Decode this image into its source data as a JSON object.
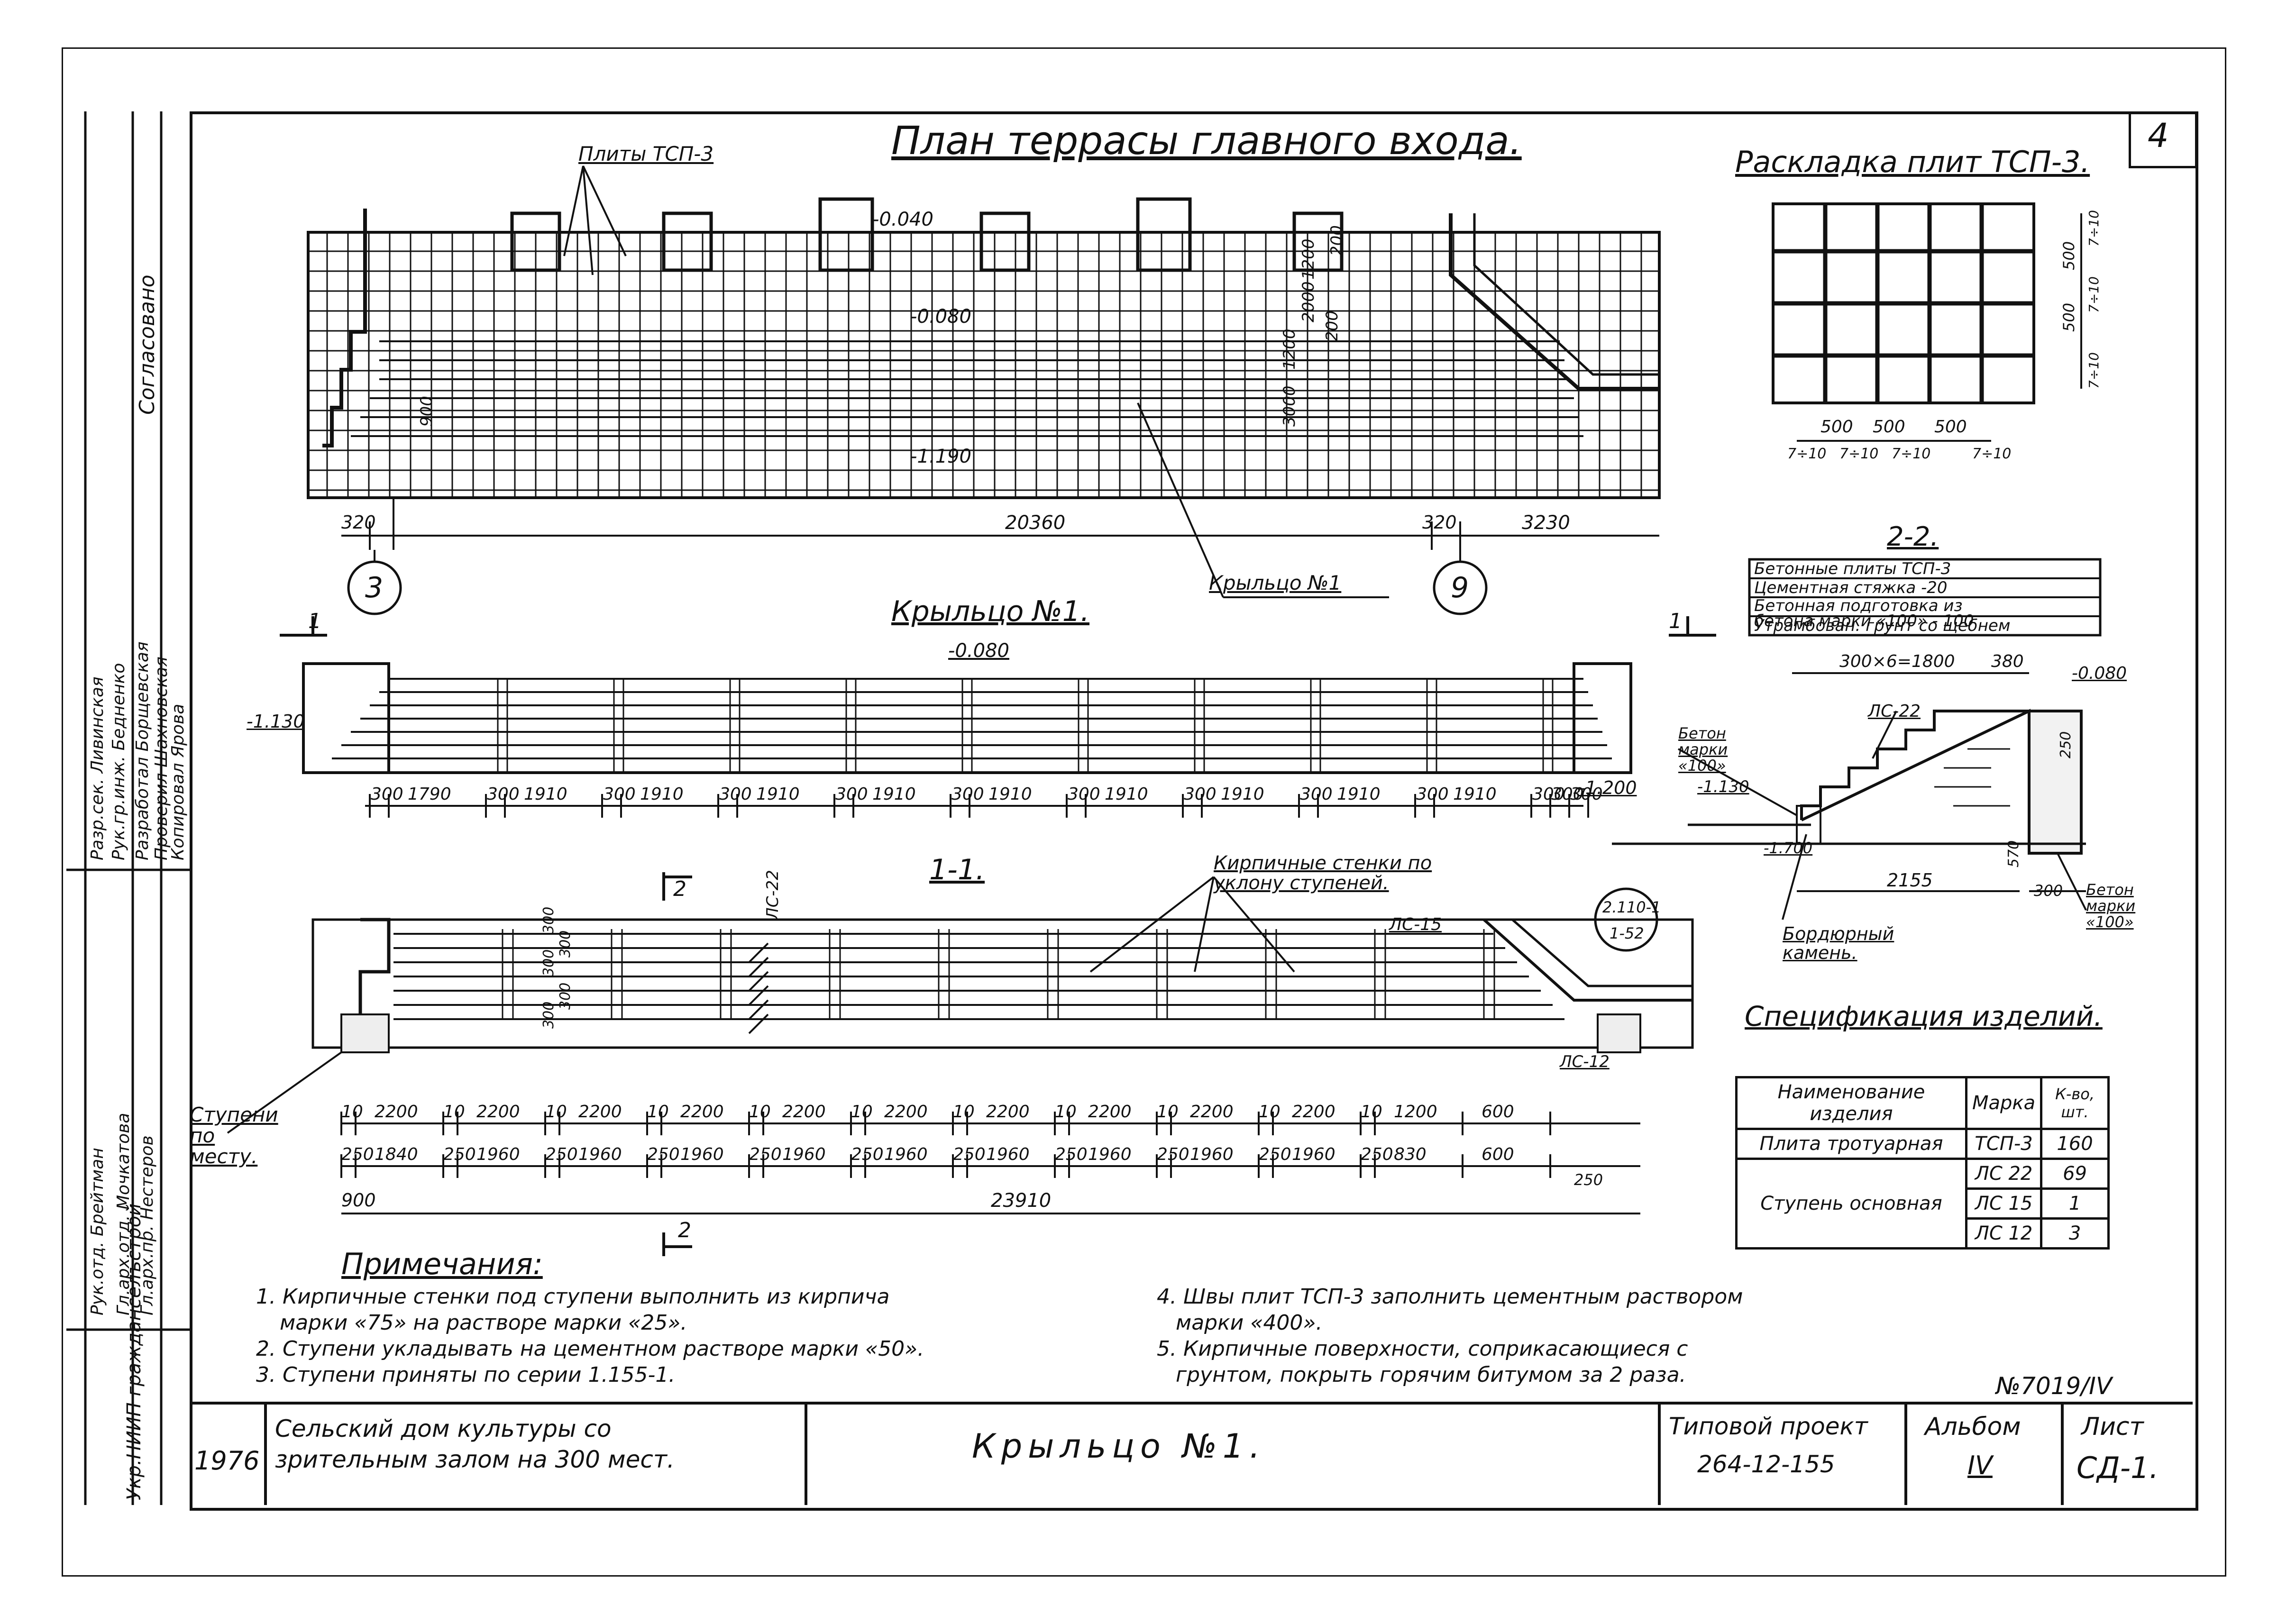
{
  "sheet_number": "4",
  "plan": {
    "title": "План террасы главного входа.",
    "label_plates": "Плиты ТСП-3",
    "label_porch_ref": "Крыльцо №1",
    "dims": [
      "320",
      "20360",
      "320",
      "3230"
    ],
    "axes": [
      "3",
      "9"
    ],
    "levels": [
      "-0.040",
      "-0.080",
      "-1.190"
    ],
    "vertical_dims": [
      "3000",
      "1200",
      "2000",
      "1200",
      "200",
      "900",
      "200"
    ]
  },
  "porch": {
    "title": "Крыльцо №1.",
    "cut_mark": "1",
    "level_top": "-0.080",
    "level_left": "-1.130",
    "level_right": "-1.200",
    "dims": [
      "300",
      "1790",
      "300",
      "1910",
      "300",
      "1910",
      "300",
      "1910",
      "300",
      "1910",
      "300",
      "1910",
      "300",
      "1910",
      "300",
      "1910",
      "300",
      "1910",
      "300",
      "1910",
      "300",
      "300",
      "300"
    ]
  },
  "section11": {
    "title": "1-1.",
    "cut_mark": "2",
    "note_walls": "Кирпичные стенки по уклону ступеней.",
    "label_lc22": "ЛС-22",
    "label_lc15": "ЛС-15",
    "label_lc12": "ЛС-12",
    "label_steps": "Ступени по месту.",
    "ref_top": "2.110-1",
    "ref_bottom": "1-52",
    "dims_row1": [
      "10",
      "2200",
      "10",
      "2200",
      "10",
      "2200",
      "10",
      "2200",
      "10",
      "2200",
      "10",
      "2200",
      "10",
      "2200",
      "10",
      "2200",
      "10",
      "2200",
      "10",
      "2200",
      "10",
      "1200",
      "600"
    ],
    "dims_row2": [
      "250",
      "1840",
      "250",
      "1960",
      "250",
      "1960",
      "250",
      "1960",
      "250",
      "1960",
      "250",
      "1960",
      "250",
      "1960",
      "250",
      "1960",
      "250",
      "1960",
      "250",
      "1960",
      "250",
      "830",
      "600"
    ],
    "dim_left": "900",
    "dim_total": "23910",
    "dim_small": "250",
    "vertical_dims": [
      "300",
      "300",
      "300",
      "300",
      "300"
    ]
  },
  "layout": {
    "title": "Раскладка плит ТСП-3.",
    "dims_h": [
      "500",
      "500",
      "500"
    ],
    "tol": "7÷10",
    "dims_v": [
      "500",
      "500"
    ]
  },
  "section22": {
    "title": "2-2.",
    "layers": [
      "Бетонные плиты ТСП-3",
      "Цементная стяжка -20",
      "Бетонная подготовка из",
      "бетона марки «100» - 100",
      "Утрамбован. грунт со щебнем"
    ],
    "dim_steps": "300×6=1800",
    "dim_380": "380",
    "level_top": "-0.080",
    "level_low": "-1.130",
    "level_bottom": "-1.700",
    "label_lc22": "ЛС-22",
    "label_concrete_left": "Бетон марки «100»",
    "label_concrete_right": "Бетон марки «100»",
    "label_curb": "Бордюрный камень.",
    "dim_2155": "2155",
    "dim_300": "300",
    "dim_250": "250",
    "dim_570": "570",
    "cut_mark": "1"
  },
  "spec": {
    "title": "Спецификация изделий.",
    "headers": [
      "Наименование изделия",
      "Марка",
      "К-во, шт."
    ],
    "rows": [
      {
        "name": "Плита тротуарная",
        "mark": "ТСП-3",
        "qty": "160"
      },
      {
        "name": "Ступень основная",
        "mark": "ЛС 22",
        "qty": "69"
      },
      {
        "name": "",
        "mark": "ЛС 15",
        "qty": "1"
      },
      {
        "name": "",
        "mark": "ЛС 12",
        "qty": "3"
      }
    ]
  },
  "notes": {
    "title": "Примечания:",
    "left": [
      "1. Кирпичные стенки под ступени выполнить из кирпича",
      "марки «75» на растворе марки «25».",
      "2. Ступени укладывать на цементном растворе марки «50».",
      "3. Ступени приняты по серии 1.155-1."
    ],
    "right": [
      "4. Швы плит ТСП-3 заполнить цементным раствором",
      "марки «400».",
      "5. Кирпичные поверхности, соприкасающиеся с",
      "грунтом, покрыть горячим битумом за 2 раза."
    ],
    "doc_no": "№7019/IV"
  },
  "title_block": {
    "year": "1976",
    "project_name_1": "Сельский дом культуры со",
    "project_name_2": "зрительным залом на 300 мест.",
    "sheet_title": "Крыльцо №1.",
    "typical_label": "Типовой проект",
    "typical_no": "264-12-155",
    "album_label": "Альбом",
    "album_no": "IV",
    "sheet_label": "Лист",
    "sheet_no": "СД-1."
  },
  "side_stamp": {
    "org": "Укр.НИИП гражданселъстрой",
    "approved": "Согласовано",
    "rows": [
      [
        "Рук.отд.",
        "Брейтман"
      ],
      [
        "Гл.арх.отд.",
        "Мочкатова"
      ],
      [
        "Гл.арх.пр.",
        "Нестеров"
      ],
      [
        "Разр.сек.",
        "Ливинская"
      ],
      [
        "Рук.гр.инж.",
        "Бедненко"
      ],
      [
        "Разработал",
        "Борщевская"
      ],
      [
        "Проверил",
        "Шахновская"
      ],
      [
        "Копировал",
        "Ярова"
      ]
    ]
  }
}
